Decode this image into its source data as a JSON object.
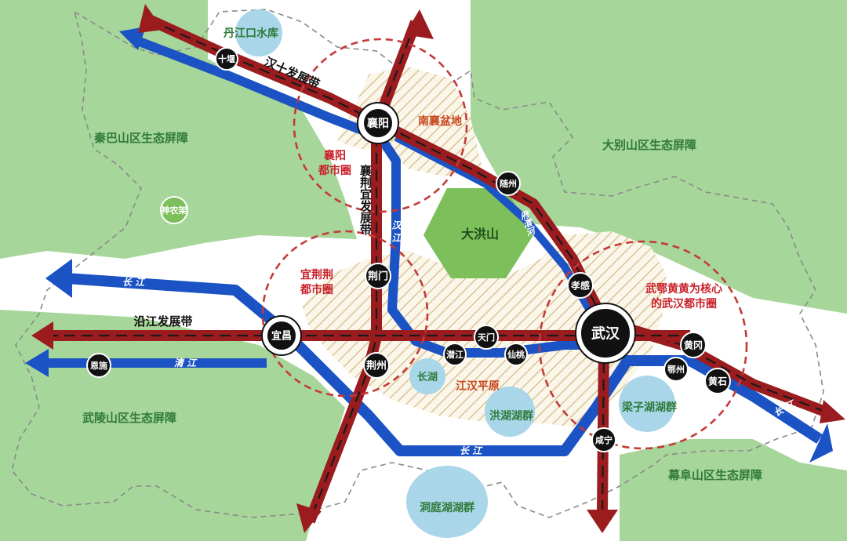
{
  "colors": {
    "ecology_green": "#a7d69a",
    "ecology_label": "#2f7a3a",
    "core_green": "#7cbf5b",
    "lake_blue": "#a9d6e8",
    "river_blue": "#1b52c4",
    "axis_red": "#9b1c1f",
    "circle_red": "#c43a3a",
    "plain_hatch": "#e8dcc0",
    "city_fill": "#111111",
    "region_label": "#c8451a"
  },
  "icons": {
    "city_node": "black-circle-node",
    "arrow": "arrow-head"
  },
  "ecology_barriers": [
    {
      "id": "qinba",
      "label": "秦巴山区生态屏障"
    },
    {
      "id": "dabie",
      "label": "大别山区生态屏障"
    },
    {
      "id": "wuling",
      "label": "武陵山区生态屏障"
    },
    {
      "id": "muhuang",
      "label": "幕阜山区生态屏障"
    }
  ],
  "core_area": {
    "label": "大洪山"
  },
  "lakes": [
    {
      "id": "danjiangkou",
      "label": "丹江口水库"
    },
    {
      "id": "changhu",
      "label": "长湖"
    },
    {
      "id": "honghu",
      "label": "洪湖湖群"
    },
    {
      "id": "liangzi",
      "label": "梁子湖湖群"
    },
    {
      "id": "dongting",
      "label": "洞庭湖湖群"
    }
  ],
  "rivers": {
    "changjiang": "长 江",
    "qingjiang": "清 江",
    "hanjiang": "汉 江",
    "fuhuanhe": "府澴河"
  },
  "development_belts": {
    "hanshi": "汉十发展带",
    "xiangjingyi": "襄荆宜发展带",
    "yanjiang": "沿江发展带"
  },
  "metro_circles": {
    "xiangyang": "襄阳\n都市圈",
    "yijingjing": "宜荆荆\n都市圈",
    "wuhan": "武鄂黄黄为核心\n的武汉都市圈"
  },
  "regions": {
    "nanxiang": "南襄盆地",
    "jianghan": "江汉平原"
  },
  "shennongjia": "神农架",
  "cities": [
    {
      "id": "shiyan",
      "label": "十堰"
    },
    {
      "id": "xiangyang",
      "label": "襄阳"
    },
    {
      "id": "suizhou",
      "label": "随州"
    },
    {
      "id": "jingmen",
      "label": "荆门"
    },
    {
      "id": "xiaogan",
      "label": "孝感"
    },
    {
      "id": "wuhan",
      "label": "武汉"
    },
    {
      "id": "yichang",
      "label": "宜昌"
    },
    {
      "id": "jingzhou",
      "label": "荆州"
    },
    {
      "id": "tianmen",
      "label": "天门"
    },
    {
      "id": "qianjiang",
      "label": "潜江"
    },
    {
      "id": "xiantao",
      "label": "仙桃"
    },
    {
      "id": "huanggang",
      "label": "黄冈"
    },
    {
      "id": "ezhou",
      "label": "鄂州"
    },
    {
      "id": "huangshi",
      "label": "黄石"
    },
    {
      "id": "xianning",
      "label": "咸宁"
    },
    {
      "id": "enshi",
      "label": "恩施"
    }
  ]
}
